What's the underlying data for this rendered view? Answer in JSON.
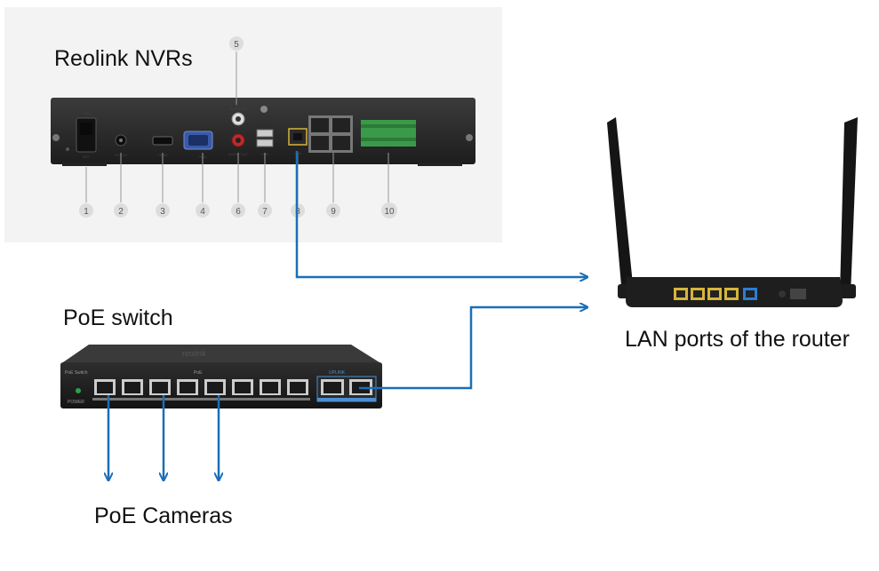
{
  "labels": {
    "nvr": "Reolink NVRs",
    "poe_switch": "PoE switch",
    "router": "LAN ports of the router",
    "cameras": "PoE Cameras"
  },
  "nvr_callouts": [
    "1",
    "2",
    "3",
    "4",
    "5",
    "6",
    "7",
    "8",
    "9",
    "10"
  ],
  "nvr_port_labels": {
    "on": "ON",
    "off": "OFF",
    "power": "DC 12V",
    "hdmi": "HDMI",
    "vga": "VGA",
    "audio_in": "AUDIO IN",
    "audio_out": "AUDIO OUT",
    "usb": "USB",
    "lan": "LAN"
  },
  "switch_text": {
    "brand": "reolink",
    "model": "PoE Switch",
    "poe": "PoE",
    "uplink": "UPLINK",
    "power": "POWER"
  },
  "colors": {
    "arrow": "#1a6fb8",
    "panel": "#f3f3f3",
    "router_lan": "#d6b53a",
    "router_wan": "#2a7fd4"
  }
}
